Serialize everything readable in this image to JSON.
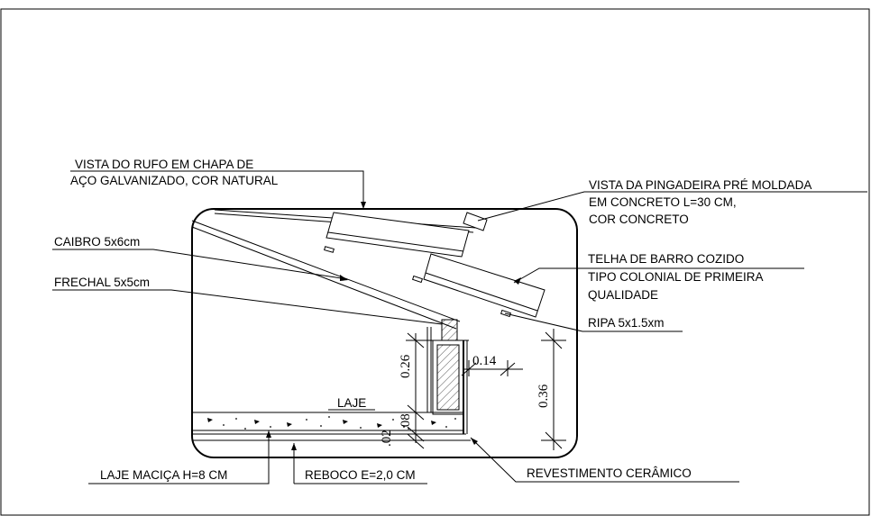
{
  "labels": {
    "rufo": [
      "VISTA DO RUFO EM CHAPA DE",
      "AÇO GALVANIZADO, COR NATURAL"
    ],
    "pingadeira": [
      "VISTA DA PINGADEIRA PRÉ MOLDADA",
      "EM CONCRETO L=30 CM,",
      "COR CONCRETO"
    ],
    "caibro": "CAIBRO 5x6cm",
    "frechal": "FRECHAL 5x5cm",
    "telha": [
      "TELHA DE BARRO COZIDO",
      "TIPO COLONIAL DE PRIMEIRA",
      "QUALIDADE"
    ],
    "ripa": "RIPA 5x1.5xm",
    "laje": "LAJE",
    "laje_macica": "LAJE MACIÇA H=8 CM",
    "reboco": "REBOCO E=2,0 CM",
    "revestimento": "REVESTIMENTO CERÂMICO"
  },
  "dimensions": {
    "d026": "0.26",
    "d014": "0.14",
    "d036": "0.36",
    "d008": ".08",
    "d002": ".02"
  }
}
